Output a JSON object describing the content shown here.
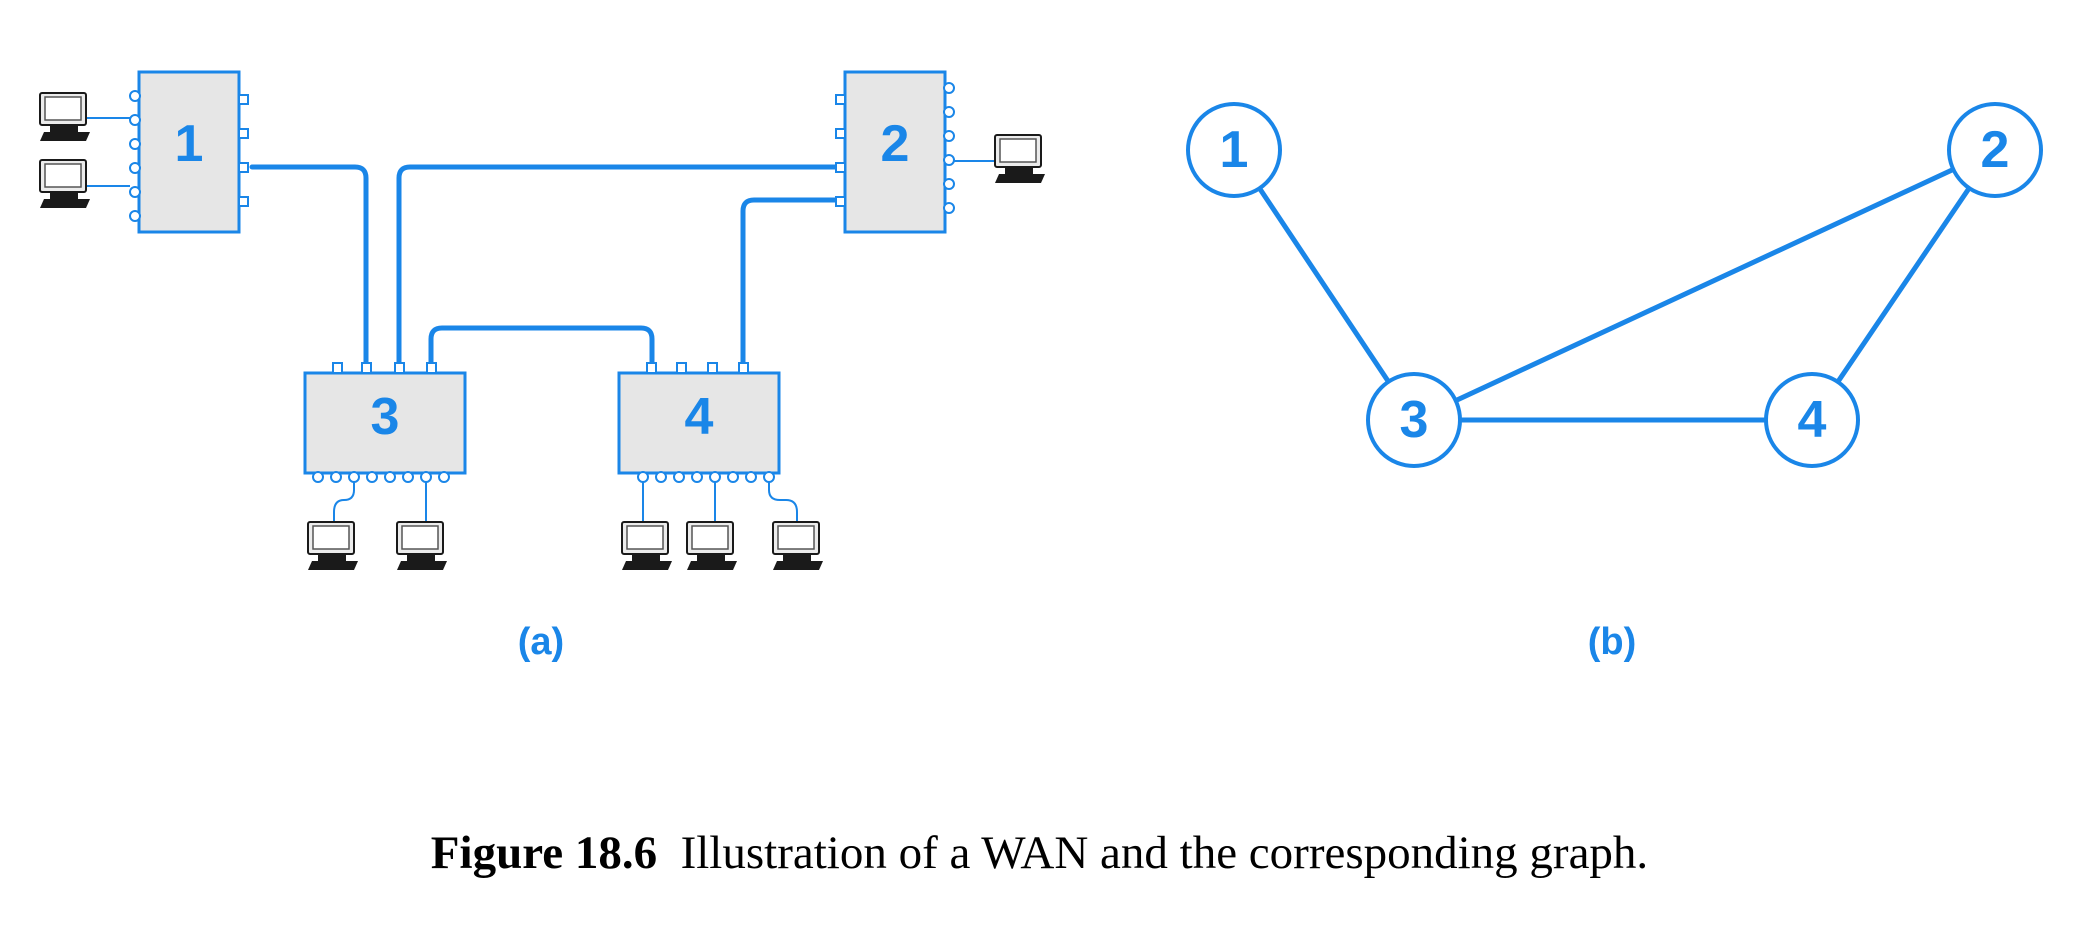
{
  "panel_a": {
    "label": "(a)",
    "switches": [
      {
        "id": "1",
        "label": "1"
      },
      {
        "id": "2",
        "label": "2"
      },
      {
        "id": "3",
        "label": "3"
      },
      {
        "id": "4",
        "label": "4"
      }
    ],
    "links": [
      [
        "1",
        "3"
      ],
      [
        "2",
        "3"
      ],
      [
        "2",
        "4"
      ],
      [
        "3",
        "4"
      ]
    ],
    "hosts_per_switch": {
      "1": 2,
      "2": 1,
      "3": 2,
      "4": 3
    }
  },
  "panel_b": {
    "label": "(b)",
    "nodes": [
      {
        "id": "1",
        "label": "1"
      },
      {
        "id": "2",
        "label": "2"
      },
      {
        "id": "3",
        "label": "3"
      },
      {
        "id": "4",
        "label": "4"
      }
    ],
    "edges": [
      [
        "1",
        "3"
      ],
      [
        "3",
        "2"
      ],
      [
        "2",
        "4"
      ],
      [
        "3",
        "4"
      ]
    ]
  },
  "caption": {
    "number": "Figure 18.6",
    "text": "Illustration of a WAN and the corresponding graph."
  },
  "colors": {
    "accent": "#1a86e8",
    "box_fill": "#e6e6e6",
    "caption_text": "#000000"
  },
  "icons": [
    "computer-icon"
  ]
}
